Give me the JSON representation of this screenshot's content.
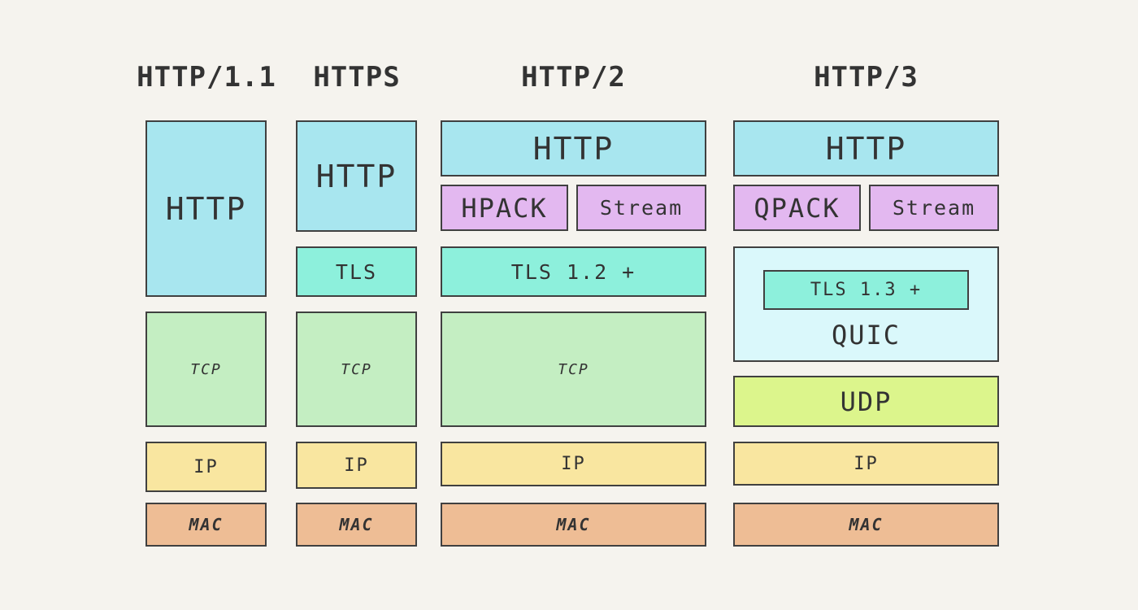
{
  "columns": [
    {
      "title": "HTTP/1.1"
    },
    {
      "title": "HTTPS"
    },
    {
      "title": "HTTP/2"
    },
    {
      "title": "HTTP/3"
    }
  ],
  "layers": {
    "http11": {
      "http": "HTTP",
      "tcp": "TCP",
      "ip": "IP",
      "mac": "MAC"
    },
    "https": {
      "http": "HTTP",
      "tls": "TLS",
      "tcp": "TCP",
      "ip": "IP",
      "mac": "MAC"
    },
    "http2": {
      "http": "HTTP",
      "hpack": "HPACK",
      "stream": "Stream",
      "tls": "TLS 1.2 +",
      "tcp": "TCP",
      "ip": "IP",
      "mac": "MAC"
    },
    "http3": {
      "http": "HTTP",
      "qpack": "QPACK",
      "stream": "Stream",
      "quic": "QUIC",
      "tls": "TLS 1.3 +",
      "udp": "UDP",
      "ip": "IP",
      "mac": "MAC"
    }
  },
  "colors": {
    "background": "#f5f3ee",
    "http": "#a8e6ef",
    "pack": "#e3b8f0",
    "tls": "#8df0dc",
    "tcp": "#c4eec2",
    "quic": "#daf8fb",
    "udp": "#dcf58c",
    "ip": "#f9e6a0",
    "mac": "#eebd95",
    "border": "#404040"
  }
}
